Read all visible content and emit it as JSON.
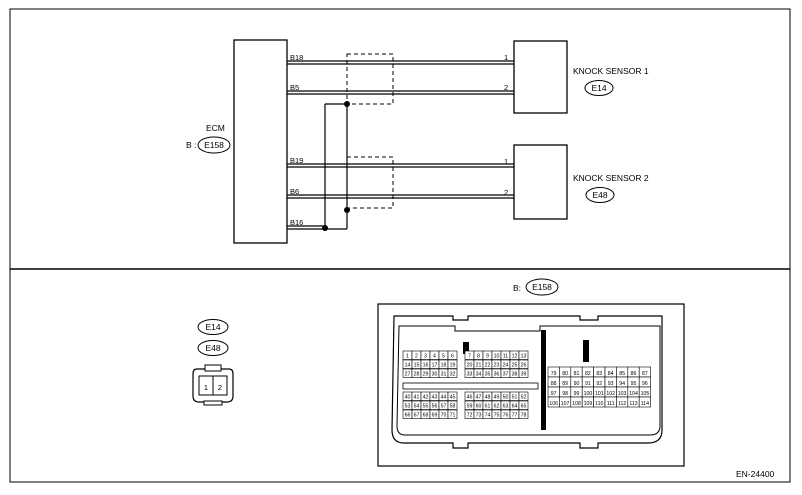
{
  "ecm": {
    "label": "ECM",
    "connector_prefix": "B :",
    "connector_id": "E158",
    "pins": [
      "B18",
      "B5",
      "B19",
      "B6",
      "B16"
    ]
  },
  "knock_sensor_1": {
    "label": "KNOCK SENSOR 1",
    "connector_id": "E14",
    "pins": [
      "1",
      "2"
    ]
  },
  "knock_sensor_2": {
    "label": "KNOCK SENSOR 2",
    "connector_id": "E48",
    "pins": [
      "1",
      "2"
    ]
  },
  "connector_views": {
    "left_ids": [
      "E14",
      "E48"
    ],
    "small_connector_pins": [
      "1",
      "2"
    ],
    "ecm_connector_prefix": "B:",
    "ecm_connector_id": "E158",
    "ecm_rows": [
      [
        "1",
        "2",
        "3",
        "4",
        "5",
        "6",
        "7",
        "8",
        "9",
        "10",
        "11",
        "12",
        "13"
      ],
      [
        "14",
        "15",
        "16",
        "17",
        "18",
        "19",
        "20",
        "21",
        "22",
        "23",
        "24",
        "25",
        "26"
      ],
      [
        "27",
        "28",
        "29",
        "30",
        "31",
        "32",
        "33",
        "34",
        "35",
        "36",
        "37",
        "38",
        "39"
      ],
      [
        "40",
        "41",
        "42",
        "43",
        "44",
        "45",
        "46",
        "47",
        "48",
        "49",
        "50",
        "51",
        "52"
      ],
      [
        "53",
        "54",
        "55",
        "56",
        "57",
        "58",
        "59",
        "60",
        "61",
        "62",
        "63",
        "64",
        "65"
      ],
      [
        "66",
        "67",
        "68",
        "69",
        "70",
        "71",
        "72",
        "73",
        "74",
        "75",
        "76",
        "77",
        "78"
      ]
    ],
    "ecm_right_rows": [
      [
        "79",
        "80",
        "81",
        "82",
        "83",
        "84",
        "85",
        "86",
        "87"
      ],
      [
        "88",
        "89",
        "90",
        "91",
        "92",
        "93",
        "94",
        "95",
        "96"
      ],
      [
        "97",
        "98",
        "99",
        "100",
        "101",
        "102",
        "103",
        "104",
        "105"
      ],
      [
        "106",
        "107",
        "108",
        "109",
        "110",
        "111",
        "112",
        "113",
        "114"
      ]
    ]
  },
  "figure_code": "EN-24400"
}
